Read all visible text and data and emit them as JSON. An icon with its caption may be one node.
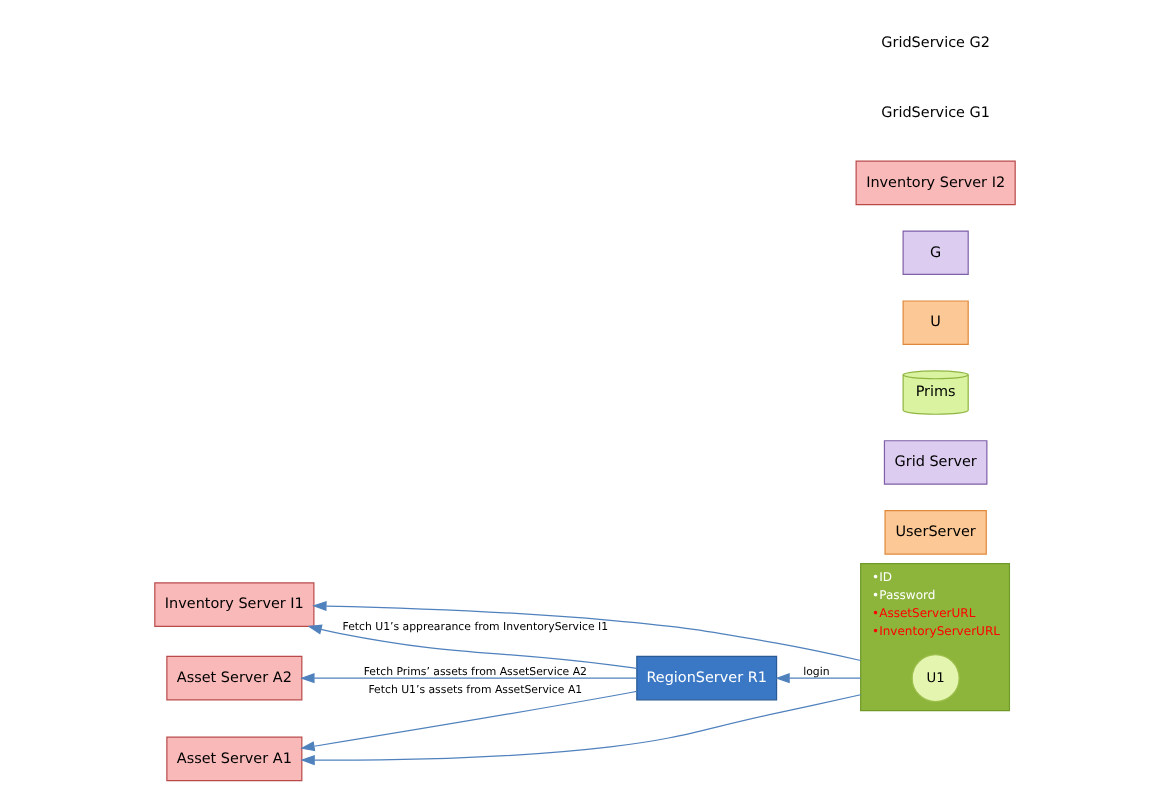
{
  "diagram": {
    "nodes": [
      {
        "text": [
          "•ID",
          "•Password",
          "•AssetServerURL",
          "•InventoryServerURL"
        ]
      },
      {
        "text": [
          "U1"
        ],
        "in": 0
      },
      {
        "text": [
          "Inventory Server I1"
        ]
      },
      {
        "text": [
          "Asset Server A1"
        ]
      },
      {
        "text": [
          "UserServer"
        ]
      },
      {
        "text": [
          "Grid Server"
        ]
      },
      {
        "text": [
          "RegionServer R1"
        ]
      },
      {
        "text": [
          "Prims"
        ]
      },
      {
        "text": [
          "U"
        ]
      },
      {
        "text": [
          "G"
        ]
      },
      {
        "text": [
          "Asset Server A2"
        ]
      },
      {
        "text": [
          "Inventory Server I2"
        ]
      }
    ],
    "edges": [
      {
        "from": 0,
        "to": 2,
        "arrow": "to"
      },
      {
        "from": 0,
        "to": 3,
        "arrow": "to"
      },
      {
        "from": 0,
        "to": 6,
        "arrow": "to",
        "label": "login"
      },
      {
        "from": 6,
        "to": 2,
        "arrow": "to",
        "label": "Fetch U1’s apprearance from InventoryService I1"
      },
      {
        "from": 6,
        "to": 3,
        "arrow": "to",
        "label": "Fetch U1’s assets from AssetService A1"
      },
      {
        "from": 6,
        "to": 10,
        "arrow": "to",
        "label": "Fetch Prims’ assets from AssetService A2"
      }
    ],
    "labels": [
      "GridService G1",
      "GridService G2"
    ]
  }
}
